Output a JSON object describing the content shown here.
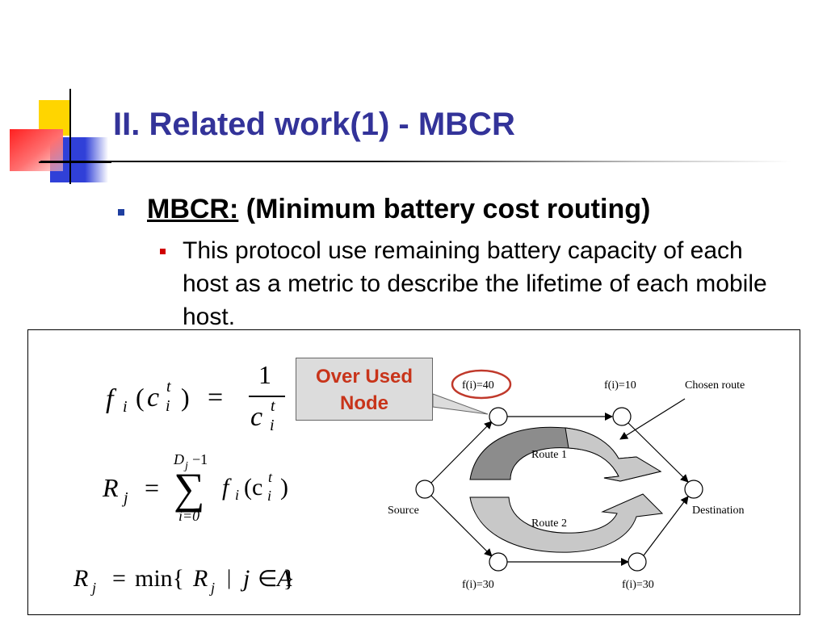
{
  "slide": {
    "title": "II. Related work(1) - MBCR"
  },
  "bullet1": {
    "term": "MBCR:",
    "rest": " (Minimum battery cost routing)"
  },
  "bullet2": {
    "text": "This protocol use remaining battery capacity of each host as a metric to describe the lifetime of each mobile host."
  },
  "callout": {
    "line1": "Over Used",
    "line2": "Node"
  },
  "formulas": {
    "f_lhs_f": "f",
    "f_lhs_i": "i",
    "f_lhs_paren_open": "(",
    "f_lhs_c": "c",
    "f_lhs_t": "t",
    "f_lhs_ci": "i",
    "f_lhs_paren_close": ")",
    "f_equals": "=",
    "f_numerator": "1",
    "f_den_c": "c",
    "f_den_t": "t",
    "f_den_i": "i",
    "r_lhs": "R",
    "r_lhs_sub": "j",
    "r_equals": "=",
    "r_sum_upper": "D",
    "r_sum_upper_sub": "j",
    "r_sum_upper_rest": "−1",
    "r_sum_lower": "i=0",
    "r_sum_symbol": "∑",
    "r_term_f": "f",
    "r_term_i": "i",
    "r_term_open": "(c",
    "r_term_t": "t",
    "r_term_ci": "i",
    "r_term_close": ")",
    "m_lhs": "R",
    "m_lhs_sub": "j",
    "m_equals": "=",
    "m_min": "min{",
    "m_R": "R",
    "m_R_sub": "j",
    "m_bar": "|",
    "m_j": "j",
    "m_in": "∈",
    "m_A": "A",
    "m_close": "}"
  },
  "diagram": {
    "label_top_left": "f(i)=40",
    "label_top_right": "f(i)=10",
    "label_chosen": "Chosen route",
    "label_source": "Source",
    "label_destination": "Destination",
    "label_route1": "Route 1",
    "label_route2": "Route 2",
    "label_bottom_left": "f(i)=30",
    "label_bottom_right": "f(i)=30"
  },
  "colors": {
    "title": "#333399",
    "callout_text": "#c8341a",
    "circle_highlight": "#c0392b",
    "route1_arrow_dark": "#8c8c8c",
    "route_arrow_light": "#c8c8c8"
  },
  "icons": {
    "bullet_level1": "blue-square-icon",
    "bullet_level2": "red-square-icon"
  }
}
